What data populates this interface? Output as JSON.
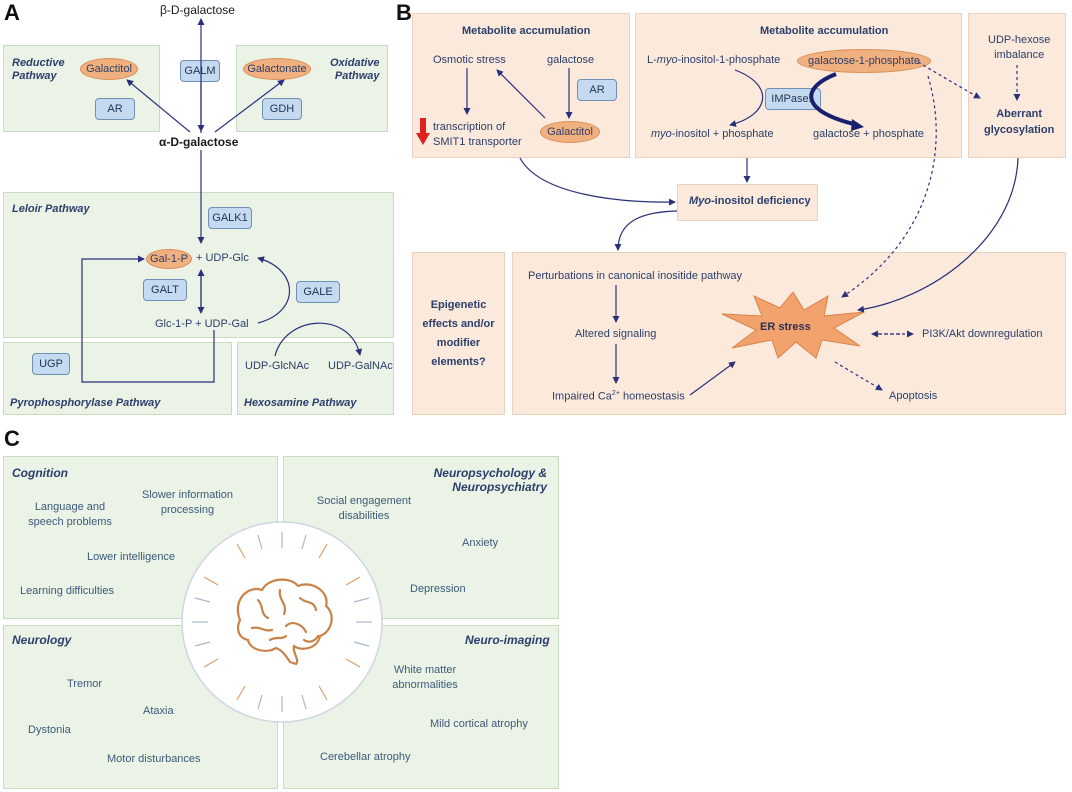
{
  "panel_a": {
    "letter": "A",
    "beta_gal": "β-D-galactose",
    "alpha_gal": "α-D-galactose",
    "reductive": {
      "title_l1": "Reductive",
      "title_l2": "Pathway",
      "product": "Galactitol",
      "enzyme": "AR"
    },
    "galm": "GALM",
    "oxidative": {
      "title_l1": "Oxidative",
      "title_l2": "Pathway",
      "product": "Galactonate",
      "enzyme": "GDH"
    },
    "leloir": {
      "title": "Leloir Pathway",
      "galk1": "GALK1",
      "gal1p": "Gal-1-P",
      "udp_glc": "+ UDP-Glc",
      "galt": "GALT",
      "gale": "GALE",
      "glc1p": "Glc-1-P + UDP-Gal"
    },
    "pyro": {
      "title": "Pyrophosphorylase  Pathway",
      "ugp": "UGP"
    },
    "hexo": {
      "title": "Hexosamine Pathway",
      "glcnac": "UDP-GlcNAc",
      "galnac": "UDP-GalNAc"
    }
  },
  "panel_b": {
    "letter": "B",
    "box1": {
      "title": "Metabolite accumulation",
      "osmotic": "Osmotic stress",
      "galactose": "galactose",
      "ar": "AR",
      "transcription_l1": "transcription of",
      "transcription_l2": "SMIT1 transporter",
      "galactitol": "Galactitol"
    },
    "box2": {
      "title": "Metabolite accumulation",
      "lmi_pre": "L-",
      "lmi_ital": "myo",
      "lmi_post": "-inositol-1-phosphate",
      "gal1p": "galactose-1-phosphate",
      "impase": "IMPase1",
      "mi_ital": "myo",
      "mi_post": "-inositol + phosphate",
      "galp": "galactose + phosphate"
    },
    "box3": {
      "udp_l1": "UDP-hexose",
      "udp_l2": "imbalance",
      "aberrant_l1": "Aberrant",
      "aberrant_l2": "glycosylation"
    },
    "deficiency_ital": "Myo",
    "deficiency_post": "-inositol  deficiency",
    "epi": {
      "l1": "Epigenetic",
      "l2": "effects and/or",
      "l3": "modifier",
      "l4": "elements?"
    },
    "lower": {
      "perturb": "Perturbations in canonical inositide pathway",
      "altered": "Altered signaling",
      "impaired_pre": "Impaired Ca",
      "impaired_sup": "2+",
      "impaired_post": " homeostasis",
      "er": "ER stress",
      "pi3k": "PI3K/Akt downregulation",
      "apoptosis": "Apoptosis"
    }
  },
  "panel_c": {
    "letter": "C",
    "cognition": {
      "title": "Cognition",
      "items": [
        "Language and speech problems",
        "Slower information processing",
        "Lower intelligence",
        "Learning difficulties"
      ]
    },
    "neuropsych": {
      "title_l1": "Neuropsychology &",
      "title_l2": "Neuropsychiatry",
      "items": [
        "Social engagement disabilities",
        "Anxiety",
        "Depression"
      ]
    },
    "neurology": {
      "title": "Neurology",
      "items": [
        "Tremor",
        "Ataxia",
        "Dystonia",
        "Motor disturbances"
      ]
    },
    "neuroimaging": {
      "title": "Neuro-imaging",
      "items": [
        "White matter abnormalities",
        "Mild cortical atrophy",
        "Cerebellar  atrophy"
      ]
    }
  },
  "colors": {
    "green_panel": "#eaf3e6",
    "peach_panel": "#fbeadc",
    "enzyme_box": "#c5daf0",
    "metabolite_oval": "#f1b07f",
    "arrow": "#2c2f7a",
    "text": "#2c3e6b"
  }
}
